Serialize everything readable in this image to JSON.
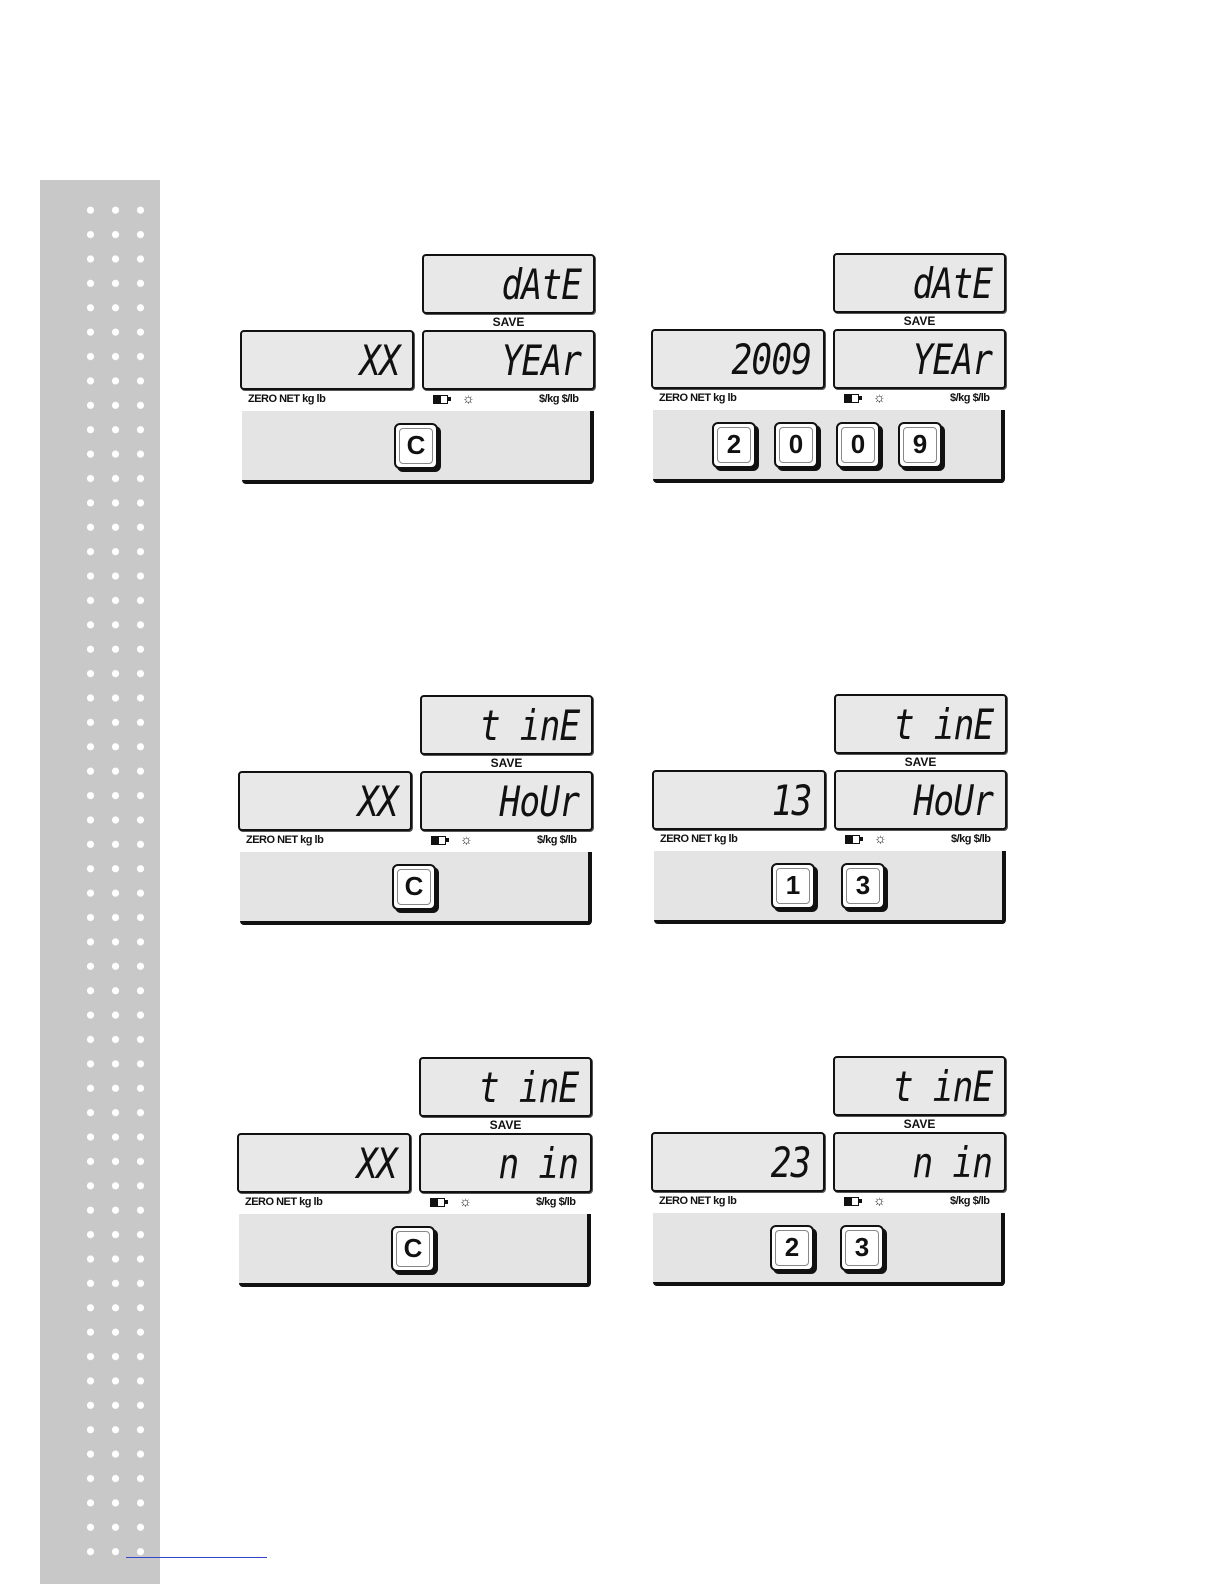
{
  "annunciators": {
    "left": "ZERO NET kg  lb",
    "right": "$/kg $/lb",
    "battery_icon": "battery-icon",
    "backlight_icon": "backlight-icon",
    "save": "SAVE"
  },
  "rows": [
    {
      "left_panel": {
        "top": "dAtE",
        "value": "XX",
        "field": "YEAr",
        "keys": [
          "C"
        ]
      },
      "right_panel": {
        "top": "dAtE",
        "value": "2009",
        "field": "YEAr",
        "keys": [
          "2",
          "0",
          "0",
          "9"
        ]
      }
    },
    {
      "left_panel": {
        "top": "t inE",
        "value": "XX",
        "field": "HoUr",
        "keys": [
          "C"
        ]
      },
      "right_panel": {
        "top": "t inE",
        "value": "13",
        "field": "HoUr",
        "keys": [
          "1",
          "3"
        ]
      }
    },
    {
      "left_panel": {
        "top": "t inE",
        "value": "XX",
        "field": "n in",
        "keys": [
          "C"
        ]
      },
      "right_panel": {
        "top": "t inE",
        "value": "23",
        "field": "n in",
        "keys": [
          "2",
          "3"
        ]
      }
    }
  ]
}
